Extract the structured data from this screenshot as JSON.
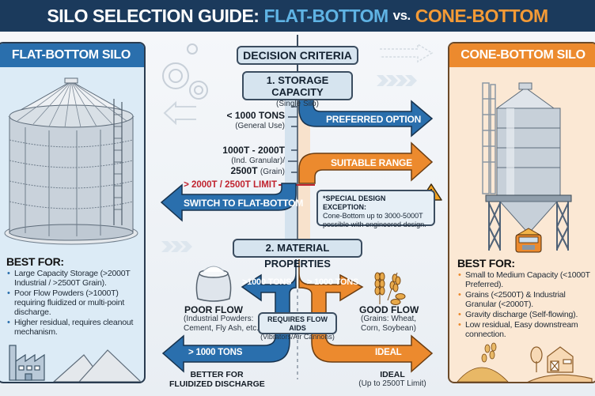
{
  "title": {
    "prefix": "SILO SELECTION GUIDE:",
    "flat": "FLAT-BOTTOM",
    "vs": "vs.",
    "cone": "CONE-BOTTOM"
  },
  "colors": {
    "header_bg": "#1b3a5c",
    "flat_blue": "#2a6fad",
    "cone_orange": "#ec8a2e",
    "limit_red": "#c0232f",
    "box_bg": "#d6e4ef"
  },
  "left_panel": {
    "heading": "FLAT-BOTTOM SILO",
    "illustration": "flat-bottom-silo-icon",
    "best_for_title": "BEST FOR:",
    "best_for": [
      "Large Capacity Storage (>2000T Industrial / >2500T Grain).",
      "Poor Flow Powders (>1000T) requiring fluidized or multi-point discharge.",
      "Higher residual, requires cleanout mechanism."
    ],
    "footer_icons": [
      "factory-icon",
      "powder-pile-icon"
    ]
  },
  "right_panel": {
    "heading": "CONE-BOTTOM SILO",
    "illustration": "cone-bottom-silo-icon",
    "best_for_title": "BEST FOR:",
    "best_for": [
      "Small to Medium Capacity (<1000T Preferred).",
      "Grains (<2500T) & Industrial Granular (<2000T).",
      "Gravity discharge (Self-flowing).",
      "Low residual, Easy downstream connection."
    ],
    "footer_icons": [
      "grain-pile-icon",
      "farm-barn-icon"
    ]
  },
  "center": {
    "decision_criteria": "DECISION CRITERIA",
    "storage": {
      "title": "1. STORAGE CAPACITY",
      "subtitle": "(Single Silo)",
      "tier1": {
        "label": "< 1000 TONS",
        "sub": "(General Use)"
      },
      "tier2": {
        "line1": "1000T - 2000T",
        "line2": "(Ind. Granular)/",
        "line3_bold": "2500T",
        "line3_sub": "(Grain)"
      },
      "limit": "> 2000T / 2500T LIMIT",
      "preferred": "PREFERRED OPTION",
      "suitable": "SUITABLE RANGE",
      "switch": "SWITCH TO FLAT-BOTTOM",
      "exception": {
        "title": "*SPECIAL DESIGN EXCEPTION:",
        "line1": "Cone-Bottom up to 3000-5000T",
        "line2": "possible with engineered design."
      }
    },
    "material": {
      "title": "2. MATERIAL PROPERTIES",
      "left_arrow": ">1000 TONS",
      "right_arrow": "> 1000 TONS",
      "poor_flow": {
        "title": "POOR FLOW",
        "line1": "(Industrial Powders:",
        "line2": "Cement, Fly Ash, etc.)"
      },
      "good_flow": {
        "title": "GOOD FLOW",
        "line1": "(Grains: Wheat,",
        "line2": "Corn, Soybean)"
      },
      "flow_aids": {
        "title": "REQUIRES FLOW AIDS",
        "sub": "(Vibrators/Air Cannons)"
      },
      "bottom_left_arrow": "> 1000 TONS",
      "bottom_right_arrow": "IDEAL",
      "bottom_left_caption": {
        "line1": "BETTER FOR",
        "line2": "FLUIDIZED DISCHARGE"
      },
      "bottom_right_caption": {
        "line1": "IDEAL",
        "line2": "(Up to 2500T Limit)"
      }
    }
  }
}
